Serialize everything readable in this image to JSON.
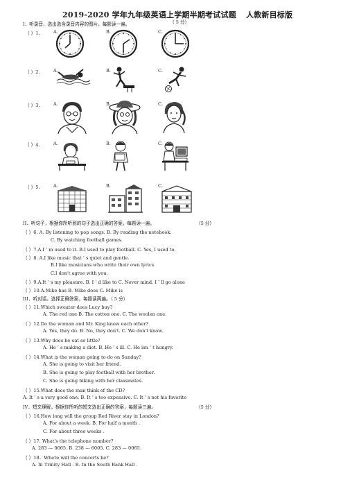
{
  "header": {
    "title_a": "2019-2020 学年九年级英语上学期半期考试试题",
    "title_b": "人教新目标版"
  },
  "part1": {
    "instruction": "I．听录音，选出选含录音内容的图片，每题读一遍。",
    "score": "（ 5 分）",
    "rows": [
      {
        "num": "（ ）1."
      },
      {
        "num": "（ ）2."
      },
      {
        "num": "（ ）3."
      },
      {
        "num": "（ ）4."
      },
      {
        "num": "（ ）5."
      }
    ],
    "opts": [
      "A.",
      "B.",
      "C."
    ]
  },
  "part2": {
    "instruction": "II．听句子，根据你所听到的句子选出正确的答案，每题读一遍。",
    "score": "（5 分）",
    "lines": [
      "（    ）6. A. By listening to pop songs.      B. By reading the notebook.",
      "C. By watching football games.",
      "（    ）7.A.I  ’ m used to it. B.I used to play football. C. Yes, I used to.",
      "（    ）8. A.I like music that          ’ s quiet and gentle.",
      "B.I like musicians who write their own lyrics.",
      "C.I don't agree with you.",
      "（    ）9.A.It  ’ s my pleasure. B. I      ’ d like to C. Never mind. I           ’ ll go alone",
      "（    ）10.A.Mike has     B. Mike does    C. Mike is"
    ]
  },
  "part3": {
    "instruction": "III．听对话，选择正确答案，每题读两遍。（ 5 分）",
    "lines": [
      "（    ）11.Which sweater does Lucy buy?",
      "A. The red one     B. The cotton one. C. The woolen one.",
      "（    ）12.Do the woman and Mr. King know each other?",
      "A. Yes, they do.          B. No, they don't. C. We don't know.",
      "（    ）13.Why does he eat so little?",
      "A. He  ’ s making a diet. B. He          ’ s ill.              C. He isn  ’ t hungry.",
      "（    ）14.What is the woman going to do on Sunday?",
      "A. She is going to visit her friend.",
      "B. She is going to play football with her brother.",
      "C. She is going hiking with her classmates.",
      "（    ）15.What does the man think of the CD?",
      "A. It   ’ s a very good one. B. It          ’ s too expensive. C. It            ’ s not his favorite"
    ]
  },
  "part4": {
    "instruction": "IV．短文理解，根据你所听的短文选出正确的答案，每题读三遍。",
    "score": "（5 分）",
    "lines": [
      "（    ）16.How long will the group Red River stay in London?",
      "A. For about a week.     B. For half a month              .",
      "C. For about three weeks       .",
      "（    ）17. What's the telephone number?",
      "A. 283      — 0665.      B. 238      — 6005.      C. 283      — 0065.",
      "（    ）18．Where will the concerts be?",
      "A. In Trinity Hall             .      B. In the South Bank Hall               ."
    ]
  }
}
